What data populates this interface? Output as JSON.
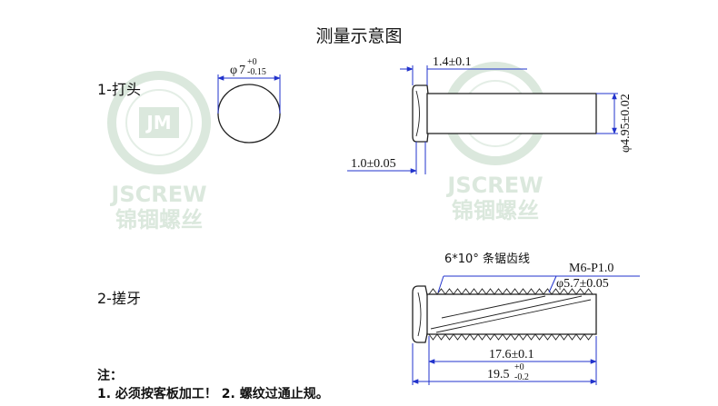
{
  "title": "测量示意图",
  "watermark": {
    "logo_text": "JM",
    "brand_en": "JSCREW",
    "brand_cn": "锦锢螺丝"
  },
  "section1": {
    "label": "1-打头",
    "head_diameter": {
      "symbol": "φ",
      "nominal": "7",
      "upper": "+0",
      "lower": "-0.15"
    },
    "head_thickness": "1.4±0.1",
    "shank_diameter": "φ4.95±0.02",
    "under_head": "1.0±0.05"
  },
  "section2": {
    "label": "2-搓牙",
    "thread_note": "6*10°  条锯齿线",
    "thread_spec": "M6-P1.0",
    "thread_minor": "φ5.7±0.05",
    "thread_length": "17.6±0.1",
    "total_length": {
      "nominal": "19.5",
      "upper": "+0",
      "lower": "-0.2"
    }
  },
  "notes": {
    "heading": "注：",
    "text": "1. 必须按客板加工！ 2. 螺纹过通止规。"
  },
  "colors": {
    "dimension_line": "#2233cc",
    "outline": "#222222",
    "watermark": "#dbe8dd"
  }
}
